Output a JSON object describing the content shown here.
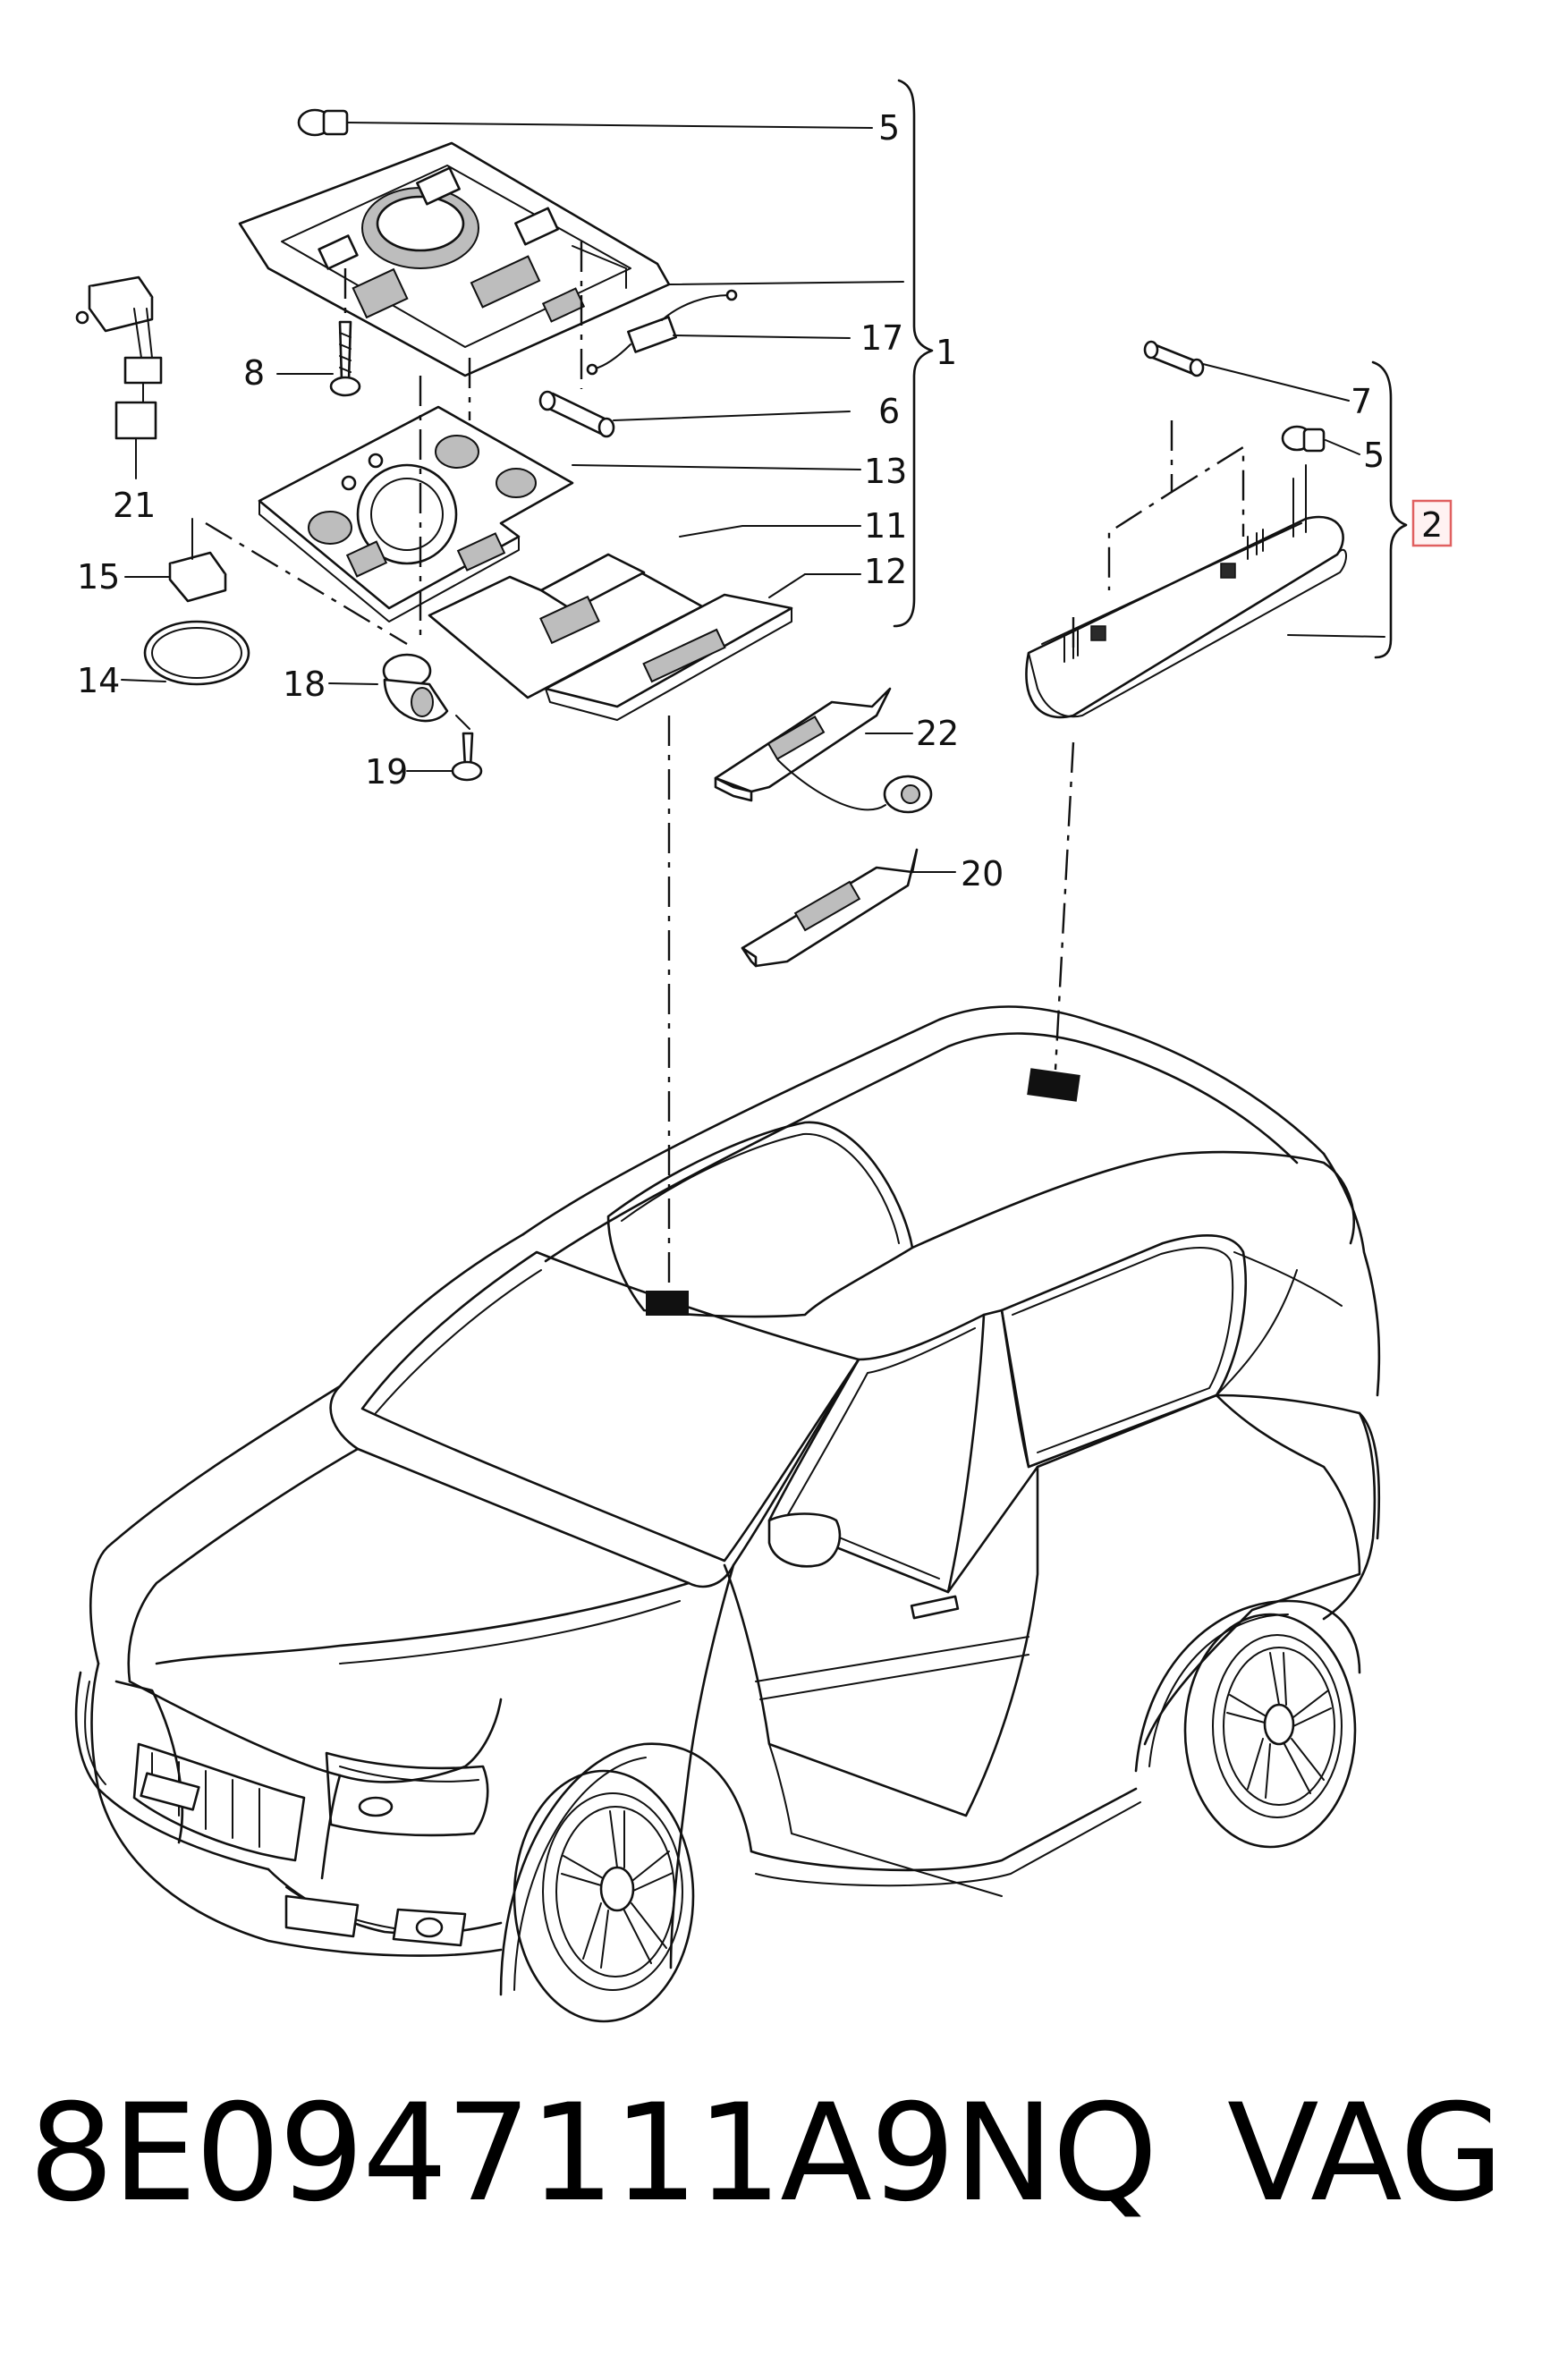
{
  "callouts": {
    "c5a": "5",
    "c17": "17",
    "c1": "1",
    "c6": "6",
    "c8": "8",
    "c13": "13",
    "c11": "11",
    "c12": "12",
    "c21": "21",
    "c15": "15",
    "c14": "14",
    "c18": "18",
    "c19": "19",
    "c22": "22",
    "c20": "20",
    "c7": "7",
    "c5b": "5",
    "c2": "2"
  },
  "footer": {
    "part_number": "8E0947111A9NQ",
    "brand": "VAG"
  },
  "colors": {
    "ink": "#111111",
    "highlight_box": "#e06060"
  }
}
